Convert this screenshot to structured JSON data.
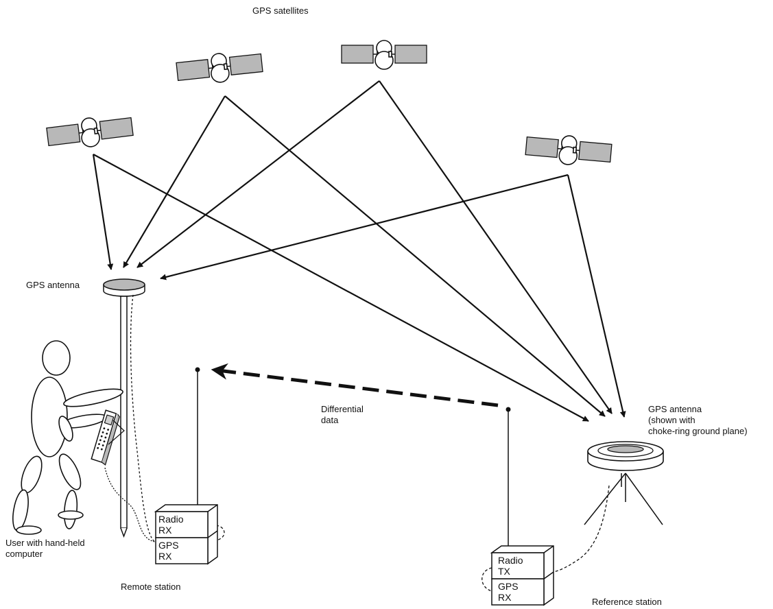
{
  "labels": {
    "satellites": "GPS satellites",
    "remote_antenna": "GPS antenna",
    "user": [
      "User with hand-held",
      "computer"
    ],
    "remote_station": "Remote station",
    "differential": [
      "Differential",
      "data"
    ],
    "reference_antenna": [
      "GPS antenna",
      "(shown with",
      "choke-ring ground plane)"
    ],
    "reference_station": "Reference station"
  },
  "remote_box": {
    "top": [
      "Radio",
      "RX"
    ],
    "bottom": [
      "GPS",
      "RX"
    ]
  },
  "reference_box": {
    "top": [
      "Radio",
      "TX"
    ],
    "bottom": [
      "GPS",
      "RX"
    ]
  },
  "colors": {
    "ink": "#111111",
    "panel": "#b8b8b8",
    "background": "#ffffff"
  }
}
